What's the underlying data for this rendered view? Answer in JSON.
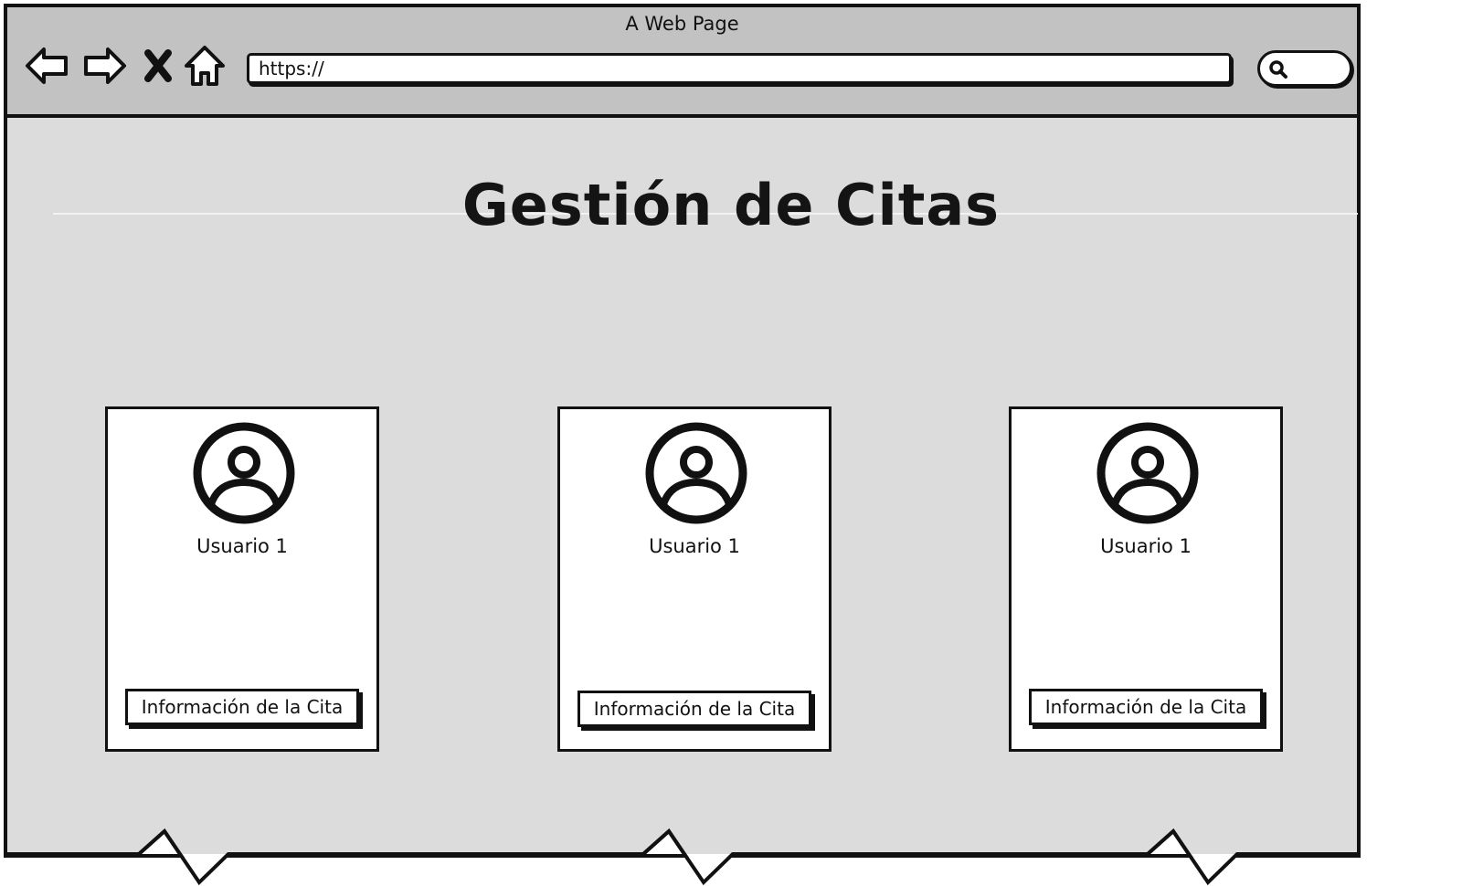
{
  "window": {
    "title": "A Web Page"
  },
  "toolbar": {
    "url": "https://",
    "icons": [
      "back-arrow-icon",
      "forward-arrow-icon",
      "close-icon",
      "home-icon",
      "search-icon"
    ]
  },
  "page": {
    "title": "Gestión de Citas"
  },
  "cards": [
    {
      "user_name": "Usuario 1",
      "button_label": "Información de la Cita",
      "icon": "user-avatar-icon"
    },
    {
      "user_name": "Usuario 1",
      "button_label": "Información de la Cita",
      "icon": "user-avatar-icon"
    },
    {
      "user_name": "Usuario 1",
      "button_label": "Información de la Cita",
      "icon": "user-avatar-icon"
    }
  ],
  "colors": {
    "frame": "#111111",
    "titlebar": "#c2c2c2",
    "canvas": "#dcdcdc",
    "card": "#ffffff"
  }
}
